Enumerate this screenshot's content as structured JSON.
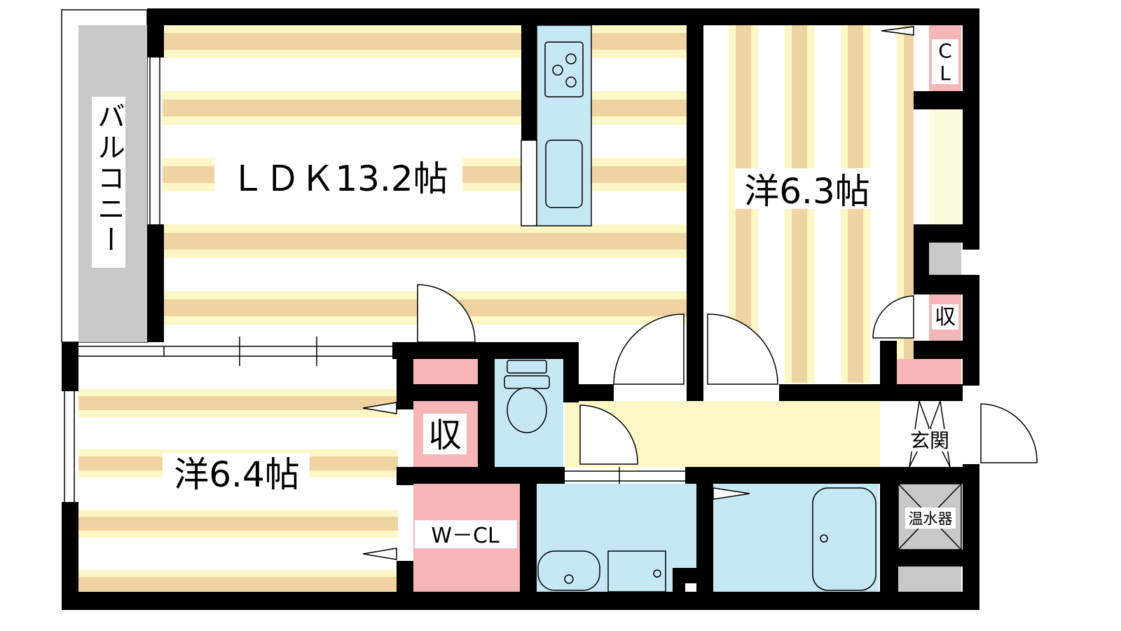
{
  "floor_plan": {
    "rooms": {
      "ldk": {
        "label": "ＬＤＫ13.2帖"
      },
      "western_room_east": {
        "label": "洋6.3帖"
      },
      "western_room_southwest": {
        "label": "洋6.4帖"
      },
      "walk_in_closet": {
        "label": "W－CL"
      },
      "entrance": {
        "label": "玄関"
      },
      "balcony": {
        "label": "バルコニー"
      }
    },
    "storage": {
      "closet_cl": {
        "label_top": "C",
        "label_bottom": "L"
      },
      "storage_east": {
        "label": "収"
      },
      "storage_west": {
        "label": "収"
      }
    },
    "equipment": {
      "water_heater": {
        "label": "温水器"
      }
    },
    "colors": {
      "wall": "#000000",
      "floor_stripe_tan": "#f0d3a3",
      "floor_stripe_cream": "#fdf7c6",
      "kitchen_wet_area": "#c6e8f5",
      "storage_pink": "#f4b6b6",
      "hallway": "#fdf7c6",
      "balcony_gray": "#c8c8c8"
    }
  }
}
